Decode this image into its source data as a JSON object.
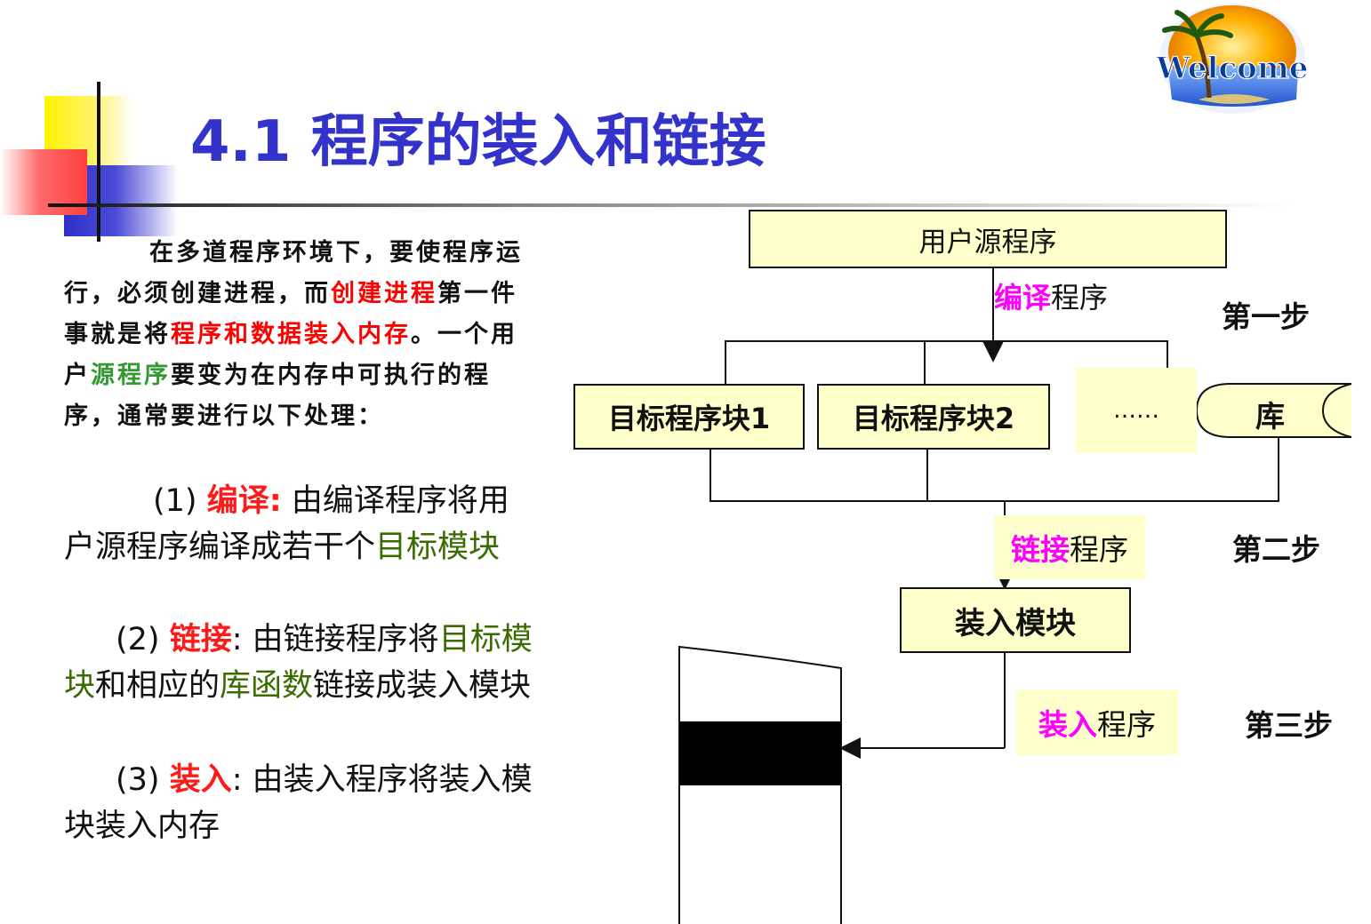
{
  "title": "4.1  程序的装入和链接",
  "logo": {
    "text": "Welcome",
    "icon": "palm-island-sunset-icon"
  },
  "left": {
    "para_segments": [
      {
        "text": "在多道程序环境下，要使程序运行，必须创建进程，而",
        "color": "black"
      },
      {
        "text": "创建进程",
        "color": "red"
      },
      {
        "text": "第一件事就是将",
        "color": "black"
      },
      {
        "text": "程序和数据装入内存",
        "color": "red"
      },
      {
        "text": "。一个用户",
        "color": "black"
      },
      {
        "text": "源程序",
        "color": "green"
      },
      {
        "text": "要变为在内存中可执行的程序，通常要进行以下处理：",
        "color": "black"
      }
    ],
    "steps": [
      {
        "num": "(1)",
        "key": "编译:",
        "pre": "由编译程序将用户源程序编译成若干个",
        "green1": "目标模块",
        "mid": "",
        "green2": "",
        "post": ""
      },
      {
        "num": "(2)",
        "key": "链接",
        "colon": ":",
        "pre": "由链接程序将",
        "green1": "目标模块",
        "mid": "和相应的",
        "green2": "库函数",
        "post": "链接成装入模块"
      },
      {
        "num": "(3)",
        "key": "装入",
        "colon": ":",
        "pre": "由装入程序将装入模块装入内存"
      }
    ]
  },
  "diagram": {
    "source_box": "用户源程序",
    "compile_label": {
      "highlight": "编译",
      "rest": "程序"
    },
    "object_blocks": [
      "目标程序块1",
      "目标程序块2",
      "……"
    ],
    "library": "库",
    "link_label": {
      "highlight": "链接",
      "rest": "程序"
    },
    "load_module": "装入模块",
    "loader_label": {
      "highlight": "装入",
      "rest": "程序"
    },
    "steps": [
      "第一步",
      "第二步",
      "第三步"
    ],
    "colors": {
      "box_fill": "#ffffcc",
      "highlight": "#ff00ff",
      "title": "#3333cc"
    }
  }
}
